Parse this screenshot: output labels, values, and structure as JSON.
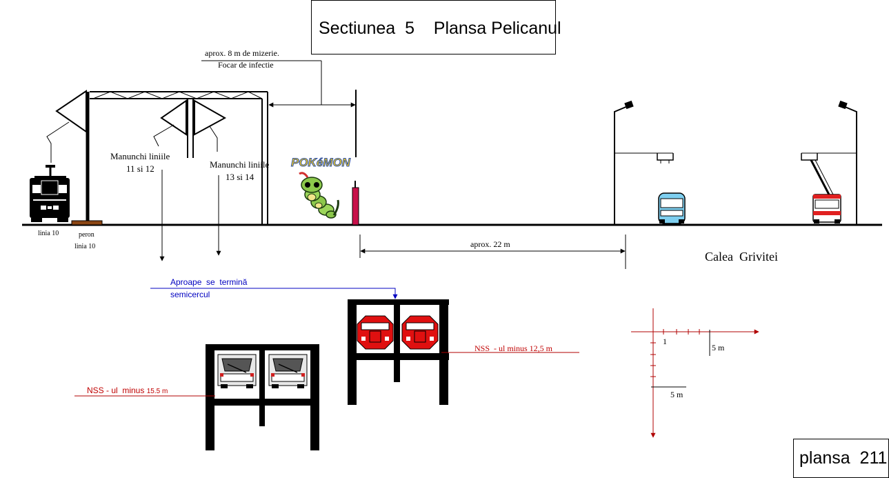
{
  "title": "Sectiunea  5    Plansa Pelicanul",
  "sheet": "plansa  211",
  "labels": {
    "mizerie_line1": "aprox. 8 m de mizerie.",
    "mizerie_line2": "Focar de infectie",
    "bundle_a_line1": "Manunchi liniile",
    "bundle_a_line2": "11 si 12",
    "bundle_b_line1": "Manunchi liniile",
    "bundle_b_line2": "13 si 14",
    "linia10": "linia 10",
    "peron_line1": "peron",
    "peron_line2": "linia 10",
    "distance_22": "aprox. 22 m",
    "street": "Calea  Grivitei",
    "note_line1": "Aproape  se  termină",
    "note_line2": "semicercul",
    "nss_12": "NSS  - ul minus 12,5 m",
    "nss_15_prefix": "NSS - ul  minus",
    "nss_15_value": "15.5 m",
    "scale_1": "1",
    "scale_x": "5 m",
    "scale_y": "5 m",
    "logo": "POKéMON"
  },
  "colors": {
    "note": "#0000c0",
    "nss": "#c00000",
    "metro_red": "#e01010",
    "pole_magenta": "#c8104a",
    "bus_blue": "#7ecff0",
    "platform_brown": "#8b4513",
    "caterpie_green": "#8cc84b"
  },
  "icons": [
    "tram-icon",
    "bus-icon",
    "trolleybus-icon",
    "street-lamp-icon",
    "metro-train-icon",
    "caterpie-icon",
    "pokemon-logo"
  ]
}
